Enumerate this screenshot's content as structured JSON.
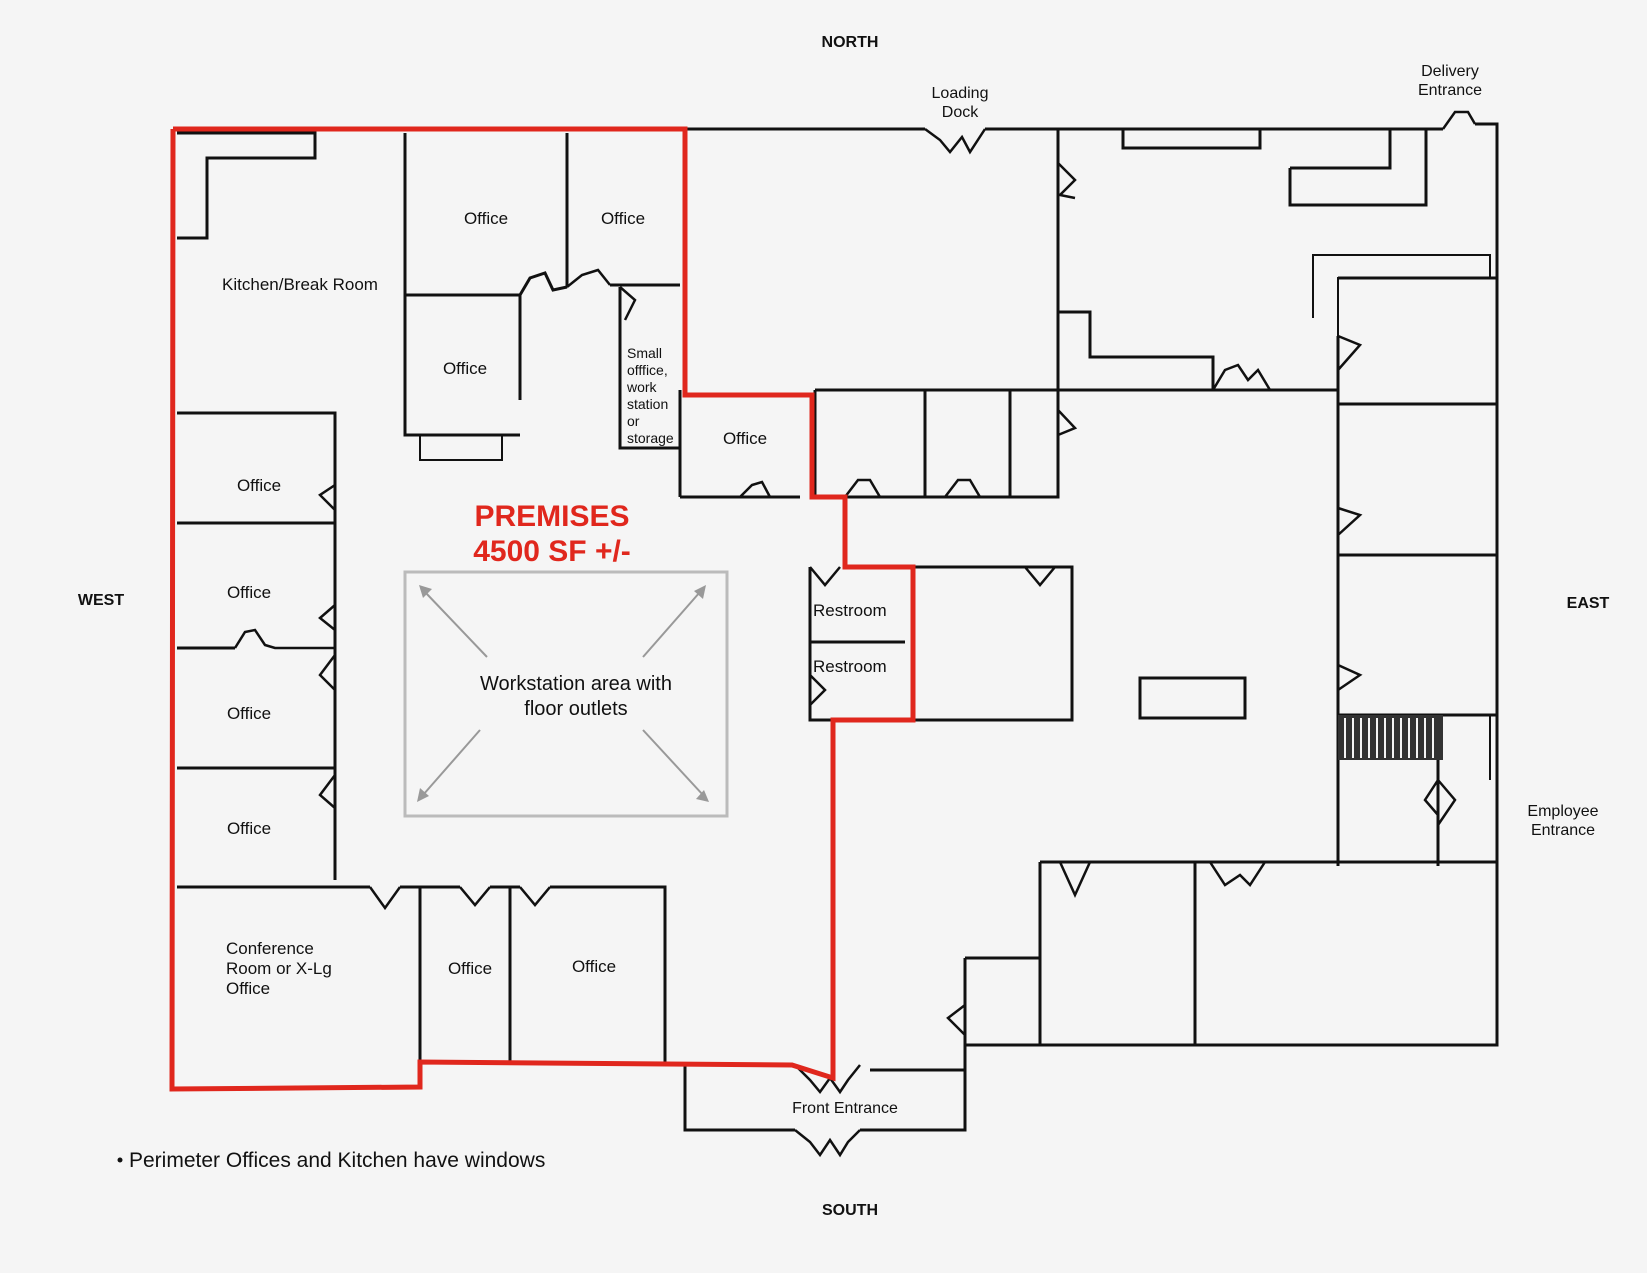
{
  "compass": {
    "north": "NORTH",
    "south": "SOUTH",
    "east": "EAST",
    "west": "WEST"
  },
  "premises": {
    "title": "PREMISES",
    "area": "4500 SF +/-"
  },
  "workstation": {
    "line1": "Workstation area with",
    "line2": "floor outlets"
  },
  "rooms": {
    "kitchen": "Kitchen/Break Room",
    "office": "Office",
    "small_office": [
      "Small",
      "offfice,",
      "work",
      "station",
      "or",
      "storage"
    ],
    "restroom": "Restroom",
    "conference": [
      "Conference",
      "Room or X-Lg",
      "Office"
    ]
  },
  "entrances": {
    "loading_dock": [
      "Loading",
      "Dock"
    ],
    "delivery": [
      "Delivery",
      "Entrance"
    ],
    "employee": [
      "Employee",
      "Entrance"
    ],
    "front": "Front Entrance"
  },
  "note": "Perimeter Offices and Kitchen have windows",
  "colors": {
    "premises_outline": "#e0271d",
    "walls": "#111111",
    "workstation_box": "#bbbbbb"
  }
}
